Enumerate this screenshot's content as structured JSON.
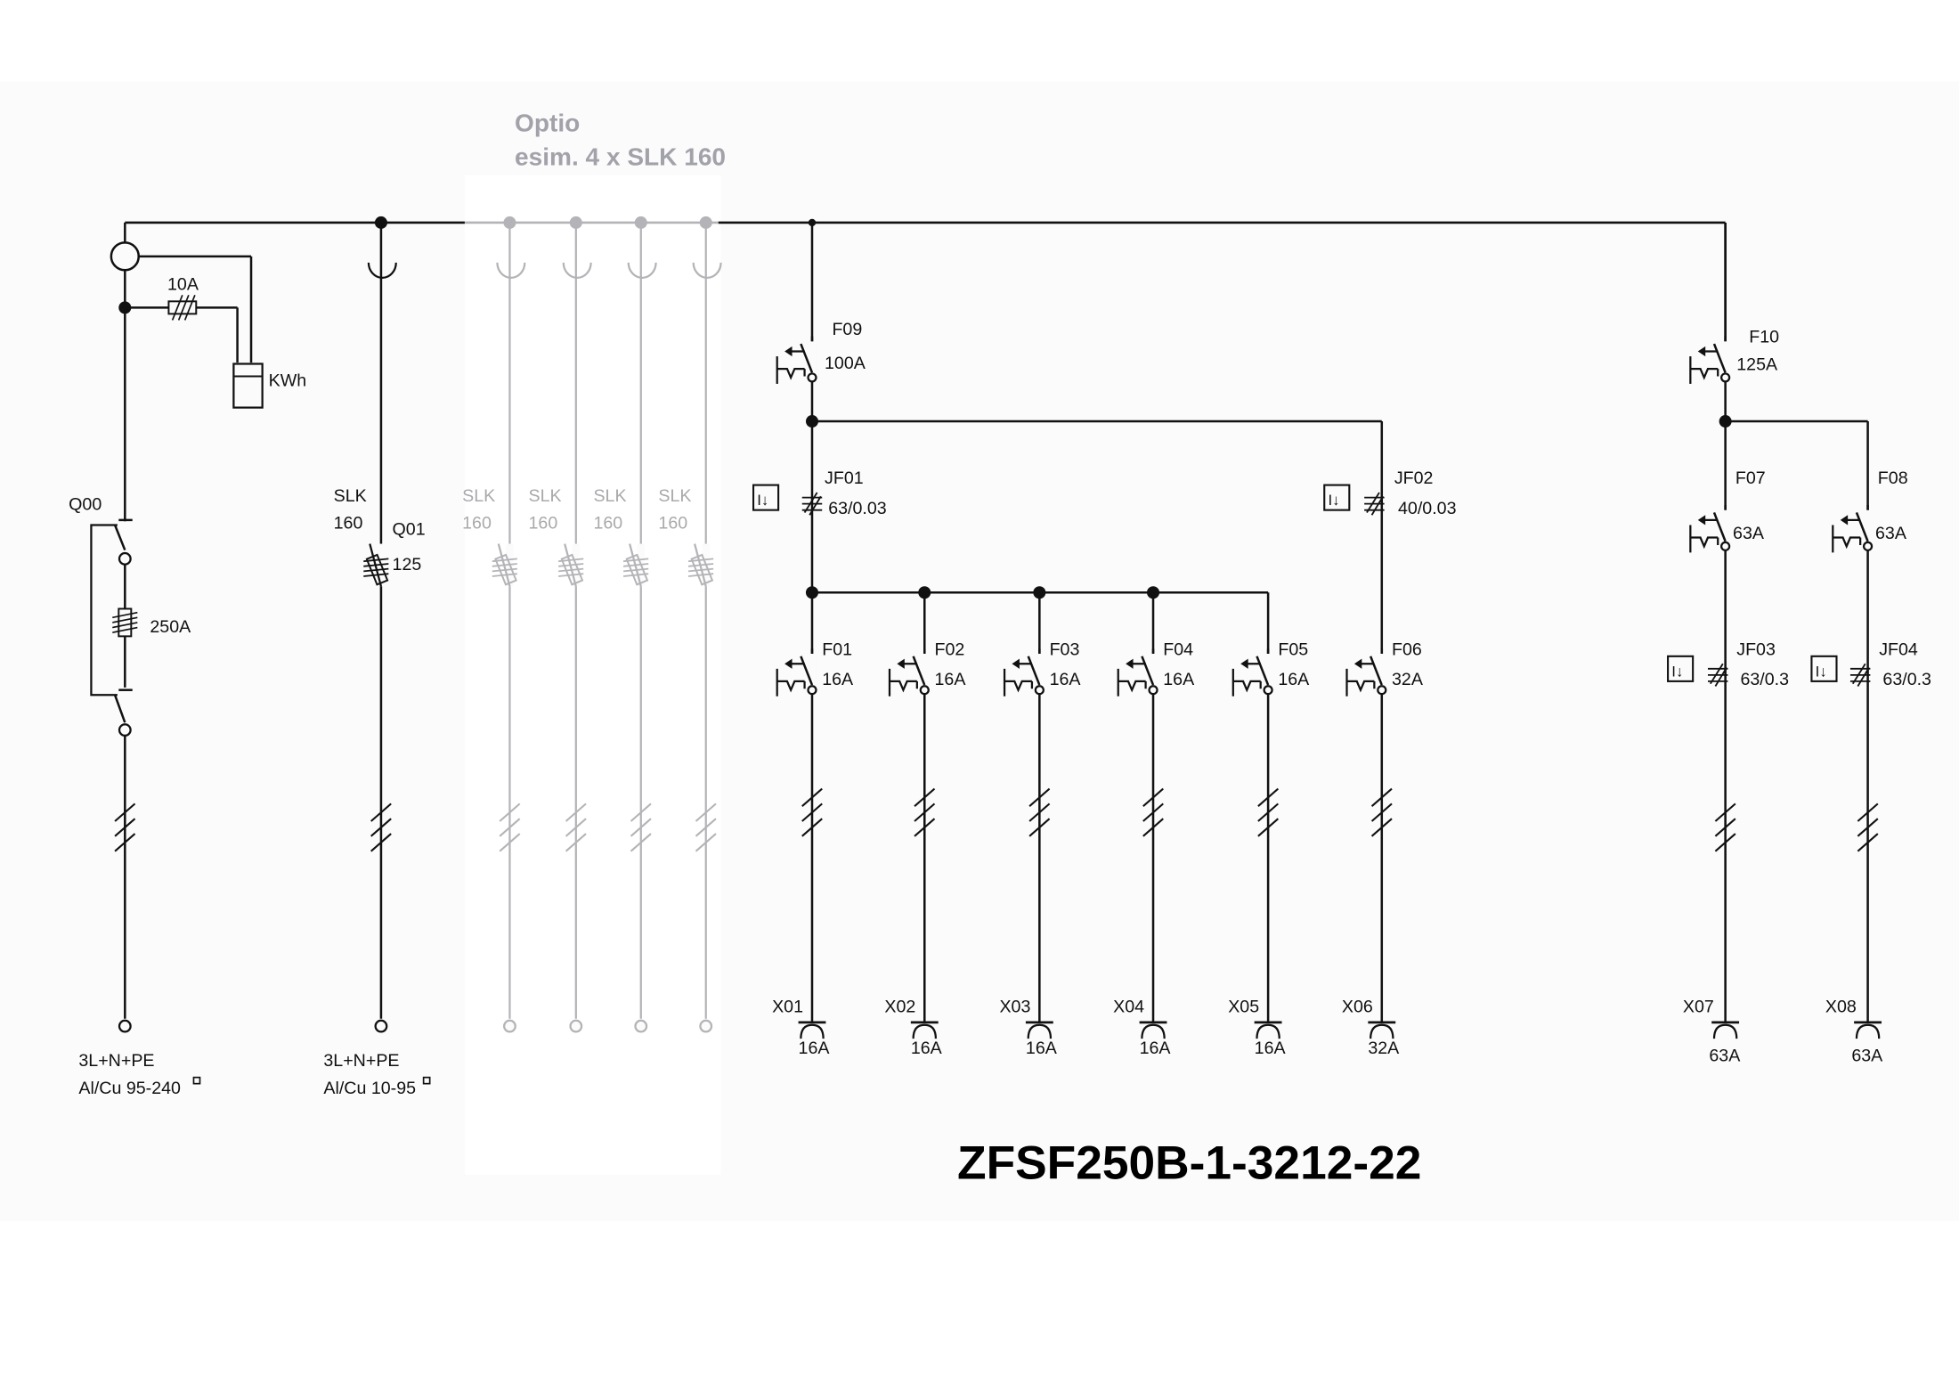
{
  "header": {
    "option_line1": "Optio",
    "option_line2": "esim.  4 x SLK 160"
  },
  "incoming": {
    "meter_fuse": "10A",
    "meter_label": "KWh",
    "switch_label": "Q00",
    "fuse_rating": "250A",
    "cable": "3L+N+PE",
    "cable_section": "Al/Cu 95-240"
  },
  "outgoing_q01": {
    "type": "SLK",
    "size": "160",
    "label": "Q01",
    "fuse_rating": "125",
    "cable": "3L+N+PE",
    "cable_section": "Al/Cu 10-95"
  },
  "optional_slk": [
    {
      "type": "SLK",
      "size": "160"
    },
    {
      "type": "SLK",
      "size": "160"
    },
    {
      "type": "SLK",
      "size": "160"
    },
    {
      "type": "SLK",
      "size": "160"
    }
  ],
  "main_breakers": [
    {
      "label": "F09",
      "rating": "100A"
    },
    {
      "label": "F10",
      "rating": "125A"
    }
  ],
  "rcds": [
    {
      "label": "JF01",
      "rating": "63/0.03"
    },
    {
      "label": "JF02",
      "rating": "40/0.03"
    },
    {
      "label": "JF03",
      "rating": "63/0.3"
    },
    {
      "label": "JF04",
      "rating": "63/0.3"
    }
  ],
  "rcd_symbol": "I↓",
  "mcbs": [
    {
      "label": "F01",
      "rating": "16A"
    },
    {
      "label": "F02",
      "rating": "16A"
    },
    {
      "label": "F03",
      "rating": "16A"
    },
    {
      "label": "F04",
      "rating": "16A"
    },
    {
      "label": "F05",
      "rating": "16A"
    },
    {
      "label": "F06",
      "rating": "32A"
    },
    {
      "label": "F07",
      "rating": "63A"
    },
    {
      "label": "F08",
      "rating": "63A"
    }
  ],
  "sockets": [
    {
      "label": "X01",
      "rating": "16A"
    },
    {
      "label": "X02",
      "rating": "16A"
    },
    {
      "label": "X03",
      "rating": "16A"
    },
    {
      "label": "X04",
      "rating": "16A"
    },
    {
      "label": "X05",
      "rating": "16A"
    },
    {
      "label": "X06",
      "rating": "32A"
    },
    {
      "label": "X07",
      "rating": "63A"
    },
    {
      "label": "X08",
      "rating": "63A"
    }
  ],
  "title": "ZFSF250B-1-3212-22"
}
